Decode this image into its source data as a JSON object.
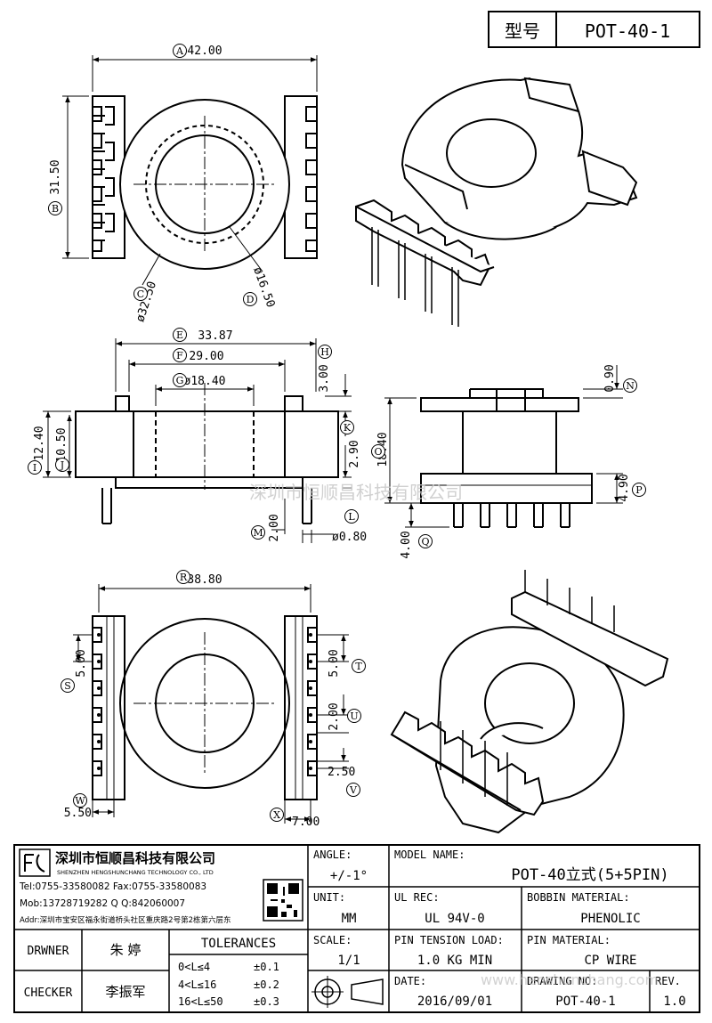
{
  "header": {
    "type_label": "型号",
    "model": "POT-40-1"
  },
  "dims": {
    "a": "42.00",
    "b": "31.50",
    "c": "ø32.50",
    "d": "ø16.50",
    "e": "33.87",
    "f": "29.00",
    "g": "ø18.40",
    "h": "3.00",
    "i": "12.40",
    "j": "10.50",
    "k": "2.90",
    "l": "ø0.80",
    "m": "2.00",
    "n": "0.90",
    "o": "18.40",
    "p": "4.90",
    "q": "4.00",
    "r": "38.80",
    "s": "5.00",
    "t": "5.00",
    "u": "2.00",
    "v": "2.50",
    "w": "5.50",
    "x": "7.00"
  },
  "callouts": [
    "A",
    "B",
    "C",
    "D",
    "E",
    "F",
    "G",
    "H",
    "I",
    "J",
    "K",
    "L",
    "M",
    "N",
    "O",
    "P",
    "Q",
    "R",
    "S",
    "T",
    "U",
    "V",
    "W",
    "X"
  ],
  "watermark": {
    "center": "深圳市恒顺昌科技有限公司",
    "corner": "www.henshunchang.com"
  },
  "company": {
    "name_cn": "深圳市恒顺昌科技有限公司",
    "name_en": "SHENZHEN HENGSHUNCHANG TECHNOLOGY CO., LTD",
    "tel_fax": "Tel:0755-33580082 Fax:0755-33580083",
    "mob_qq": "Mob:13728719282    Q  Q:842060007",
    "addr": "Addr:深圳市宝安区福永街道桥头社区重庆路2号第2栋第六层东"
  },
  "title_block": {
    "angle_label": "ANGLE:",
    "angle_value": "+/-1°",
    "model_name_label": "MODEL NAME:",
    "model_name_value": "POT-40立式(5+5PIN)",
    "unit_label": "UNIT:",
    "unit_value": "MM",
    "ul_rec_label": "UL REC:",
    "ul_rec_value": "UL 94V-0",
    "bobbin_material_label": "BOBBIN MATERIAL:",
    "bobbin_material_value": "PHENOLIC",
    "drawer_label": "DRWNER",
    "drawer_value": "朱 婷",
    "tolerances_label": "TOLERANCES",
    "tol_rows": [
      {
        "range": "0<L≤4",
        "tol": "±0.1"
      },
      {
        "range": "4<L≤16",
        "tol": "±0.2"
      },
      {
        "range": "16<L≤50",
        "tol": "±0.3"
      }
    ],
    "scale_label": "SCALE:",
    "scale_value": "1/1",
    "pin_tension_label": "PIN TENSION LOAD:",
    "pin_tension_value": "1.0 KG MIN",
    "pin_material_label": "PIN MATERIAL:",
    "pin_material_value": "CP WIRE",
    "checker_label": "CHECKER",
    "checker_value": "李振军",
    "date_label": "DATE:",
    "date_value": "2016/09/01",
    "drawing_no_label": "DRAWING NO:",
    "drawing_no_value": "POT-40-1",
    "rev_label": "REV.",
    "rev_value": "1.0"
  }
}
